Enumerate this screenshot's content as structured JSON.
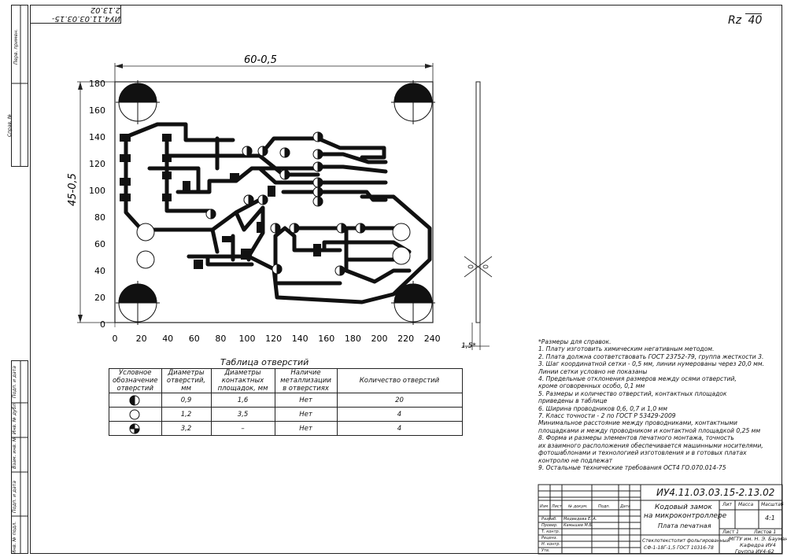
{
  "doc_code": "ИУ4.11.03.03.15-2.13.02",
  "doc_code_mirror": "ИУ4.11.03.03.15-2.13.02",
  "roughness": "Rz",
  "roughness_value": "40",
  "dim_width": "60-0,5",
  "dim_height": "45-0,5",
  "dim_thickness": "1,5*",
  "y_ticks": [
    "180",
    "160",
    "140",
    "120",
    "100",
    "80",
    "60",
    "40",
    "20",
    "0"
  ],
  "x_ticks": [
    "0",
    "20",
    "40",
    "60",
    "80",
    "100",
    "120",
    "140",
    "160",
    "180",
    "200",
    "220",
    "240"
  ],
  "side_labels": [
    "Перв. примен.",
    "Справ. №",
    "Подп. и дата",
    "Инв. № дубл.",
    "Взам. инв. №",
    "Подп. и дата",
    "Инв. № подл."
  ],
  "table": {
    "title": "Таблица отверстий",
    "headers": [
      "Условное обозначение отверстий",
      "Диаметры отверстий, мм",
      "Диаметры контактных площадок, мм",
      "Наличие металлизации в отверстиях",
      "Количество отверстий"
    ],
    "rows": [
      {
        "d": "0,9",
        "pad": "1,6",
        "metal": "Нет",
        "count": "20"
      },
      {
        "d": "1,2",
        "pad": "3,5",
        "metal": "Нет",
        "count": "4"
      },
      {
        "d": "3,2",
        "pad": "–",
        "metal": "Нет",
        "count": "4"
      }
    ]
  },
  "notes": [
    "*Размеры для справок.",
    "1. Плату изготовить химическим негативным методом.",
    "2. Плата должна соответствовать ГОСТ 23752-79, группа жесткости 3.",
    "3. Шаг координатной сетки - 0,5 мм, линии нумерованы через 20,0 мм.",
    "Линии сетки условно не показаны",
    "4. Предельные отклонения размеров между осями отверстий,",
    "кроме оговоренных особо, 0,1 мм",
    "5. Размеры и количество отверстий, контактных площадок",
    "приведены в таблице",
    "6. Ширина проводников 0,6, 0,7 и 1,0 мм",
    "7. Класс точности - 2 по ГОСТ Р 53429-2009",
    "Минимальное расстояние между проводниками, контактными",
    "площадками и между проводником и контактной площадкой 0,25 мм",
    "8. Форма и размеры элементов печатного монтажа, точность",
    "их взаимного расположения обеспечивается машинными носителями,",
    "фотошаблонами и технологией изготовления и в готовых платах",
    "контролю не подлежат",
    "9. Остальные технические требования ОСТ4 ГО.070.014-75"
  ],
  "title_block": {
    "designation": "ИУ4.11.03.03.15-2.13.02",
    "name1": "Кодовый замок",
    "name2": "на микроконтроллере",
    "name3": "Плата печатная",
    "material1": "Стеклотекстолит фольгированный",
    "material2": "СФ-1-18Г-1,5 ГОСТ 10316-78",
    "col_lit": "Лит",
    "col_mass": "Масса",
    "col_scale": "Масштаб",
    "scale": "4:1",
    "sheet": "Лист 1",
    "sheets": "Листов 1",
    "org1": "МГТУ им. Н. Э. Баумана",
    "org2": "Кафедра ИУ4",
    "org3": "Группа ИУ4-62",
    "h_izm": "Изм",
    "h_list": "Лист",
    "h_doc": "№ докум.",
    "h_podp": "Подп.",
    "h_data": "Дата",
    "r_razrab": "Разраб.",
    "r_prov": "Провер.",
    "r_tkontr": "Т. контр.",
    "r_reviz": "Реценз.",
    "r_nkontr": "Н. контр.",
    "r_utv": "Утв.",
    "name_razrab": "Медведева Е. А.",
    "name_prov": "Камышев М.Б."
  }
}
